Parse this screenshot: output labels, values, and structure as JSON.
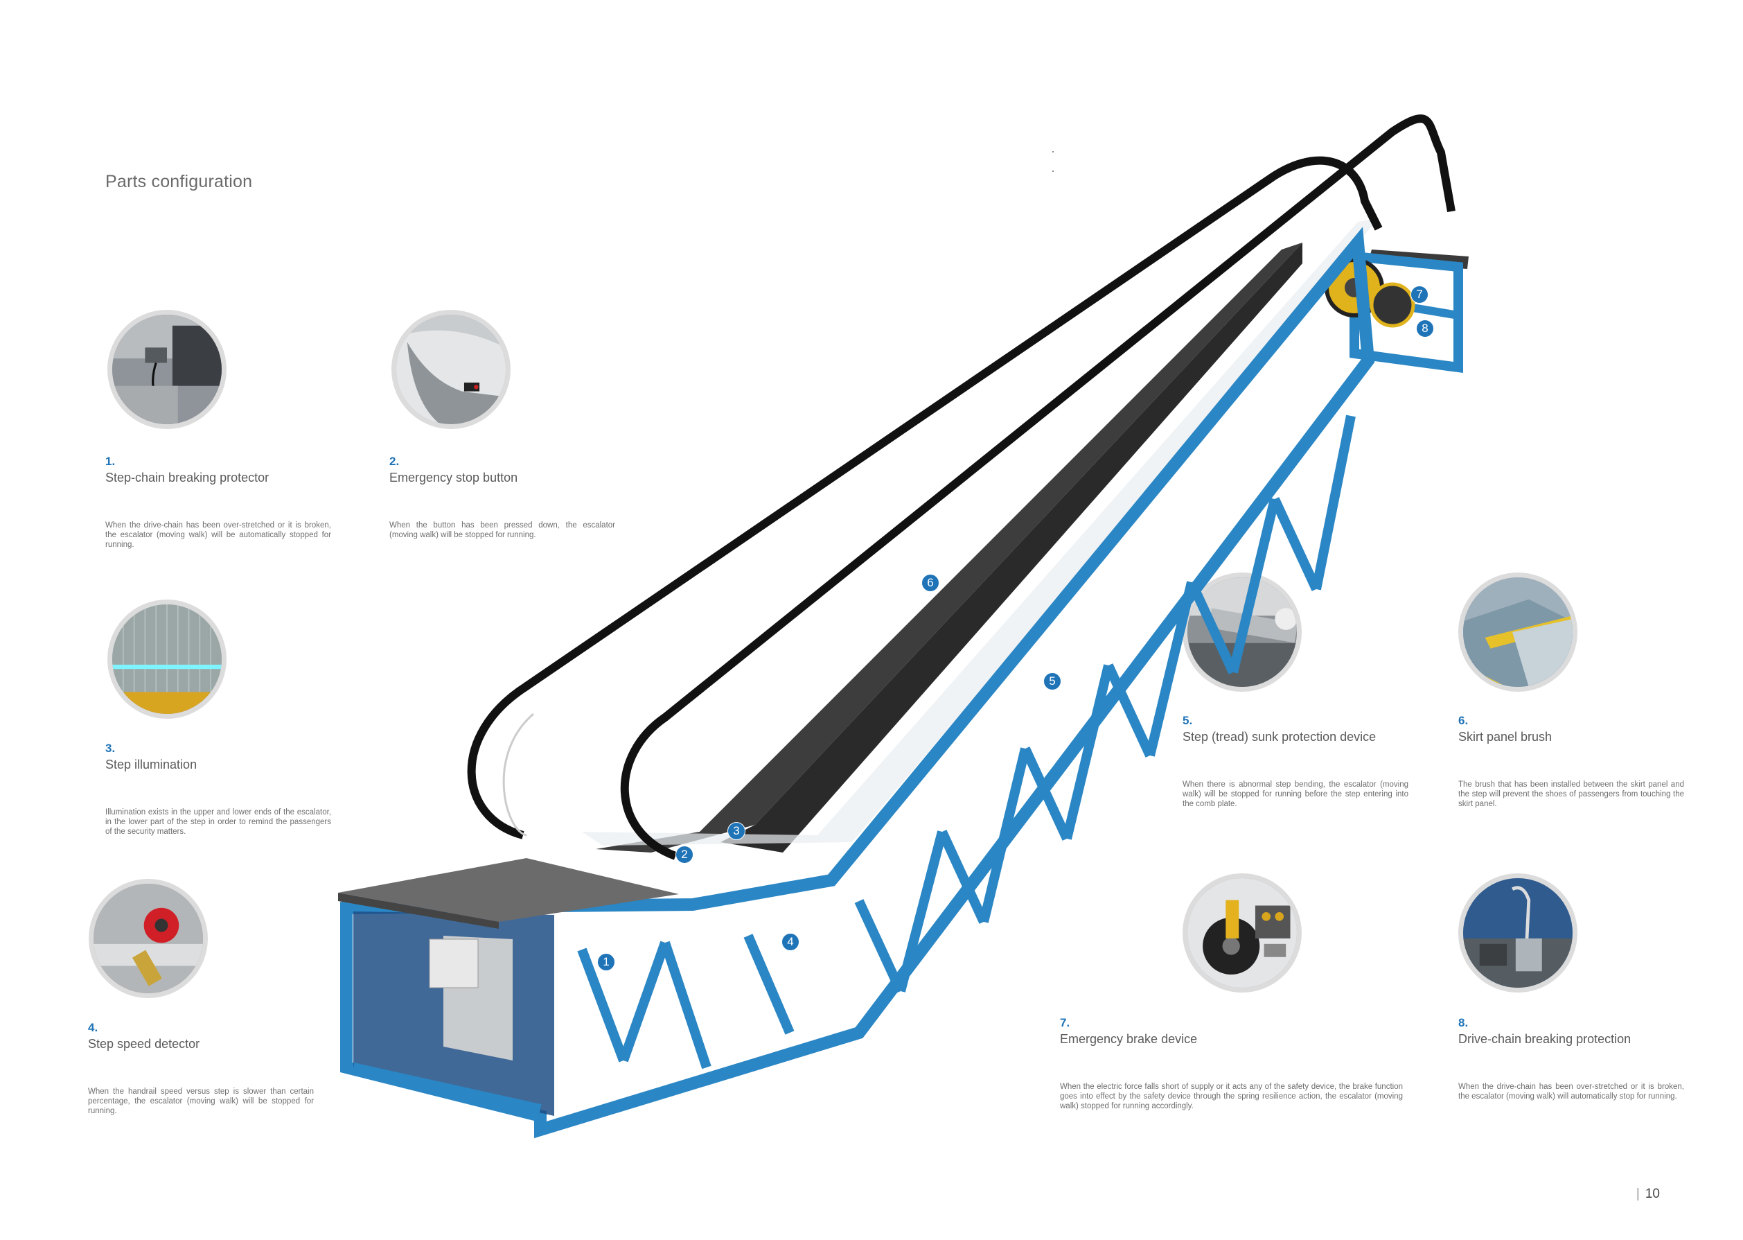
{
  "page_title": "Parts configuration",
  "parts": [
    {
      "num": "1.",
      "name": "Step-chain breaking protector",
      "desc": "When the drive-chain has been over-stretched or it is broken, the escalator (moving walk) will be automatically stopped for running."
    },
    {
      "num": "2.",
      "name": "Emergency stop button",
      "desc": "When the button has been pressed down, the escalator (moving walk) will be stopped for running."
    },
    {
      "num": "3.",
      "name": "Step illumination",
      "desc": "Illumination exists in the upper and lower ends of the escalator, in the lower part of the step in order to remind the passengers of the security matters."
    },
    {
      "num": "4.",
      "name": "Step speed detector",
      "desc": "When the handrail speed versus step is slower than certain percentage, the escalator (moving walk) will be stopped for running."
    },
    {
      "num": "5.",
      "name": "Step (tread) sunk protection device",
      "desc": "When there is abnormal step bending, the escalator (moving walk) will be stopped for running before the step entering into the comb plate."
    },
    {
      "num": "6.",
      "name": "Skirt panel brush",
      "desc": "The brush that has been installed between the skirt panel and the step will prevent the shoes of passengers from touching the skirt panel."
    },
    {
      "num": "7.",
      "name": "Emergency brake device",
      "desc": "When the electric force falls short of supply or it acts any of the safety device, the brake function goes into effect by the safety device through the spring resilience action, the escalator (moving walk) stopped for running accordingly."
    },
    {
      "num": "8.",
      "name": "Drive-chain breaking protection",
      "desc": "When the drive-chain has been over-stretched or it is broken, the escalator (moving walk) will automatically stop for running."
    }
  ],
  "callouts": [
    "1",
    "2",
    "3",
    "4",
    "5",
    "6",
    "7",
    "8"
  ],
  "footer": {
    "separator": "|",
    "page_number": "10"
  },
  "colors": {
    "accent": "#1f73b7",
    "truss": "#2a86c4",
    "text": "#5a5a5a"
  }
}
